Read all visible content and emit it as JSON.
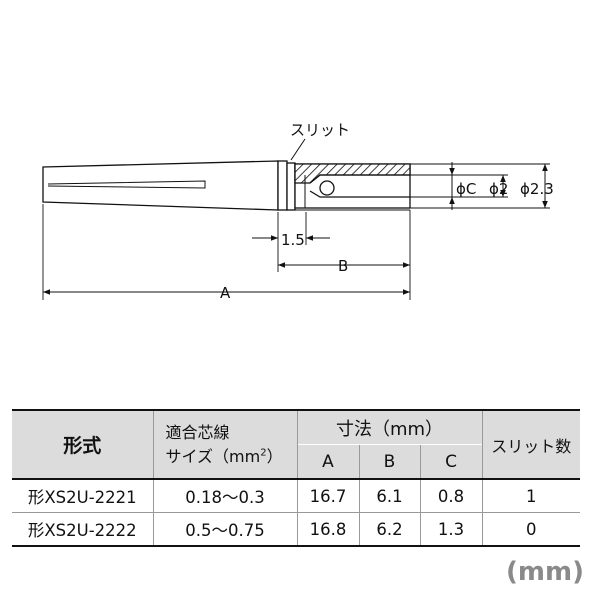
{
  "drawing": {
    "slit_label": "スリット",
    "dim_1_5": "1.5",
    "dim_b": "B",
    "dim_a": "A",
    "phi_c": "ϕC",
    "phi_2": "ϕ2",
    "phi_2_3": "ϕ2.3"
  },
  "table": {
    "col_model": "形式",
    "col_size_line1": "適合芯線",
    "col_size_line2": "サイズ（mm",
    "col_size_sup": "2",
    "col_size_close": "）",
    "col_dims": "寸法（mm）",
    "col_a": "A",
    "col_b": "B",
    "col_c": "C",
    "col_slits": "スリット数",
    "rows": [
      {
        "model": "形XS2U-2221",
        "size": "0.18〜0.3",
        "a": "16.7",
        "b": "6.1",
        "c": "0.8",
        "slits": "1"
      },
      {
        "model": "形XS2U-2222",
        "size": "0.5〜0.75",
        "a": "16.8",
        "b": "6.2",
        "c": "1.3",
        "slits": "0"
      }
    ]
  },
  "unit_note": "(mm)"
}
